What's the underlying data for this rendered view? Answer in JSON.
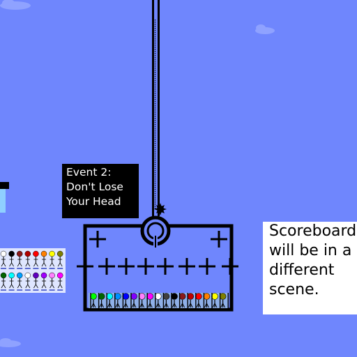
{
  "event_card": {
    "lines": [
      "Event 2:",
      "Don't Lose",
      "Your Head"
    ]
  },
  "notice": {
    "lines": [
      "Scoreboard",
      "will be in a",
      "different",
      "scene."
    ]
  },
  "colors": {
    "sky": "#6f86fd",
    "ink": "#000000",
    "cloud": "#8fa2ff"
  },
  "contestant_palette_top": [
    "#ffffff",
    "#000000",
    "#8b1a1a",
    "#b00000",
    "#ff0000",
    "#ff8000",
    "#ffff00",
    "#808000"
  ],
  "contestant_palette_bottom": [
    "#006400",
    "#00ffff",
    "#00a0ff",
    "#ffffff",
    "#6000c0",
    "#a000ff",
    "#ff80ff",
    "#ff00ff"
  ],
  "pit_figures": [
    "#00ff00",
    "#006400",
    "#00ffff",
    "#0090ff",
    "#0000ff",
    "#8000ff",
    "#ff80ff",
    "#ff00ff",
    "#ffffff",
    "#404040",
    "#000000",
    "#8b1a1a",
    "#c00000",
    "#ff0000",
    "#ff8000",
    "#ffff00",
    "#808000"
  ]
}
